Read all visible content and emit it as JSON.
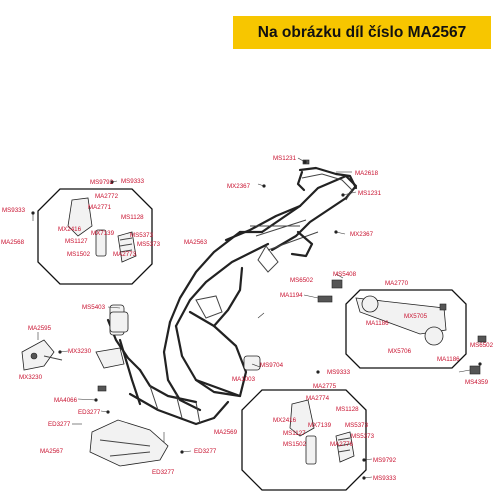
{
  "banner": {
    "text": "Na obrázku díl číslo MA2567"
  },
  "labels": {
    "ms1231_top": "MS1231",
    "ma2618": "MA2618",
    "mx2367_top": "MX2367",
    "ms1231_right": "MS1231",
    "mx2367_mid": "MX2367",
    "ms9792_top": "MS9792",
    "ms9333_top": "MS9333",
    "ms9333_left": "MS9333",
    "ma2772_top": "MA2772",
    "ma2771_top": "MA2771",
    "ms1128_top": "MS1128",
    "mx2416_top": "MX2416",
    "mx7139_top": "MX7139",
    "ms5373_top1": "MS5373",
    "ms1127_top": "MS1127",
    "ms5373_top2": "MS5373",
    "ms1502_top": "MS1502",
    "ma2773_top": "MA2773",
    "ma2568": "MA2568",
    "ma2563": "MA2563",
    "ms6502_mid": "MS6502",
    "ms5408": "MS5408",
    "ma2770": "MA2770",
    "ma1194": "MA1194",
    "ms5403": "MS5403",
    "mx5705": "MX5705",
    "ma1186_left": "MA1186",
    "ms6502_right": "MS6502",
    "mx5706": "MX5706",
    "ma1186_right": "MA1186",
    "ms4359": "MS4359",
    "ma2595": "MA2595",
    "mx3230_a": "MX3230",
    "mx3230_b": "MX3230",
    "ms9704": "MS9704",
    "ma1003": "MA1003",
    "ms9333_mid": "MS9333",
    "ma4066": "MA4066",
    "ed3277_a": "ED3277",
    "ed3277_b": "ED3277",
    "ma2567": "MA2567",
    "ed3277_c": "ED3277",
    "ed3277_d": "ED3277",
    "ma2775": "MA2775",
    "ma2774": "MA2774",
    "ms1128_bot": "MS1128",
    "mx2416_bot": "MX2416",
    "mx7139_bot": "MX7139",
    "ms5373_bot1": "MS5373",
    "ms1127_bot": "MS1127",
    "ms5373_bot2": "MS5373",
    "ms1502_bot": "MS1502",
    "ma2776": "MA2776",
    "ma2569": "MA2569",
    "ms9792_bot": "MS9792",
    "ms9333_bot": "MS9333"
  }
}
